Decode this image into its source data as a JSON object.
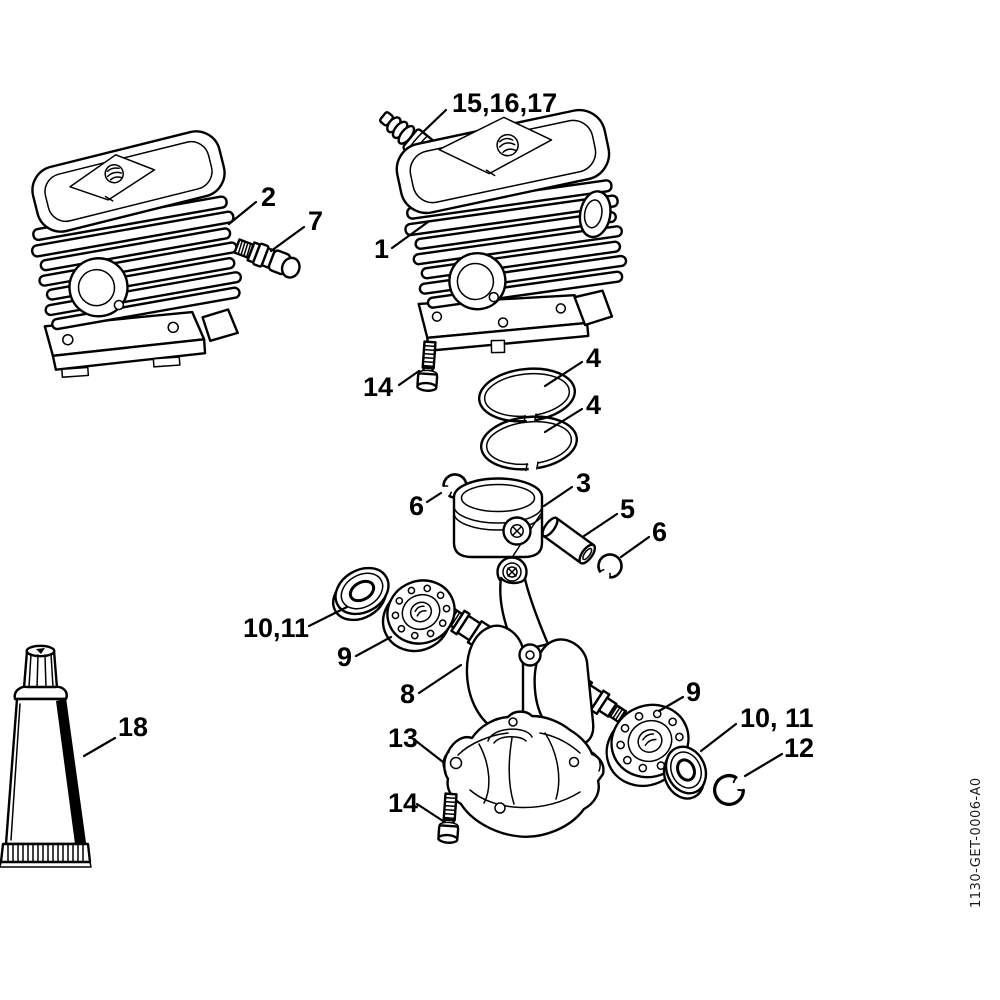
{
  "palette": {
    "ink": "#000000",
    "paper": "#ffffff"
  },
  "diagram": {
    "doc_code": "1130-GET-0006-A0",
    "callouts": [
      {
        "ref": "15,16,17",
        "part": "spark-plug"
      },
      {
        "ref": "1",
        "part": "cylinder"
      },
      {
        "ref": "2",
        "part": "cylinder-assembly-left"
      },
      {
        "ref": "7",
        "part": "decompression-valve"
      },
      {
        "ref": "14",
        "part": "cylinder-screw"
      },
      {
        "ref": "4",
        "part": "piston-ring-upper"
      },
      {
        "ref": "4",
        "part": "piston-ring-lower"
      },
      {
        "ref": "6",
        "part": "circlip-left"
      },
      {
        "ref": "3",
        "part": "piston"
      },
      {
        "ref": "5",
        "part": "wrist-pin"
      },
      {
        "ref": "6",
        "part": "circlip-right"
      },
      {
        "ref": "10,11",
        "part": "oil-seal-left"
      },
      {
        "ref": "9",
        "part": "ball-bearing-left"
      },
      {
        "ref": "8",
        "part": "crankshaft"
      },
      {
        "ref": "13",
        "part": "crankcase-half"
      },
      {
        "ref": "14",
        "part": "crankcase-screw"
      },
      {
        "ref": "9",
        "part": "ball-bearing-right"
      },
      {
        "ref": "10, 11",
        "part": "oil-seal-right"
      },
      {
        "ref": "12",
        "part": "retaining-washer"
      },
      {
        "ref": "18",
        "part": "sealant-tube"
      }
    ]
  }
}
